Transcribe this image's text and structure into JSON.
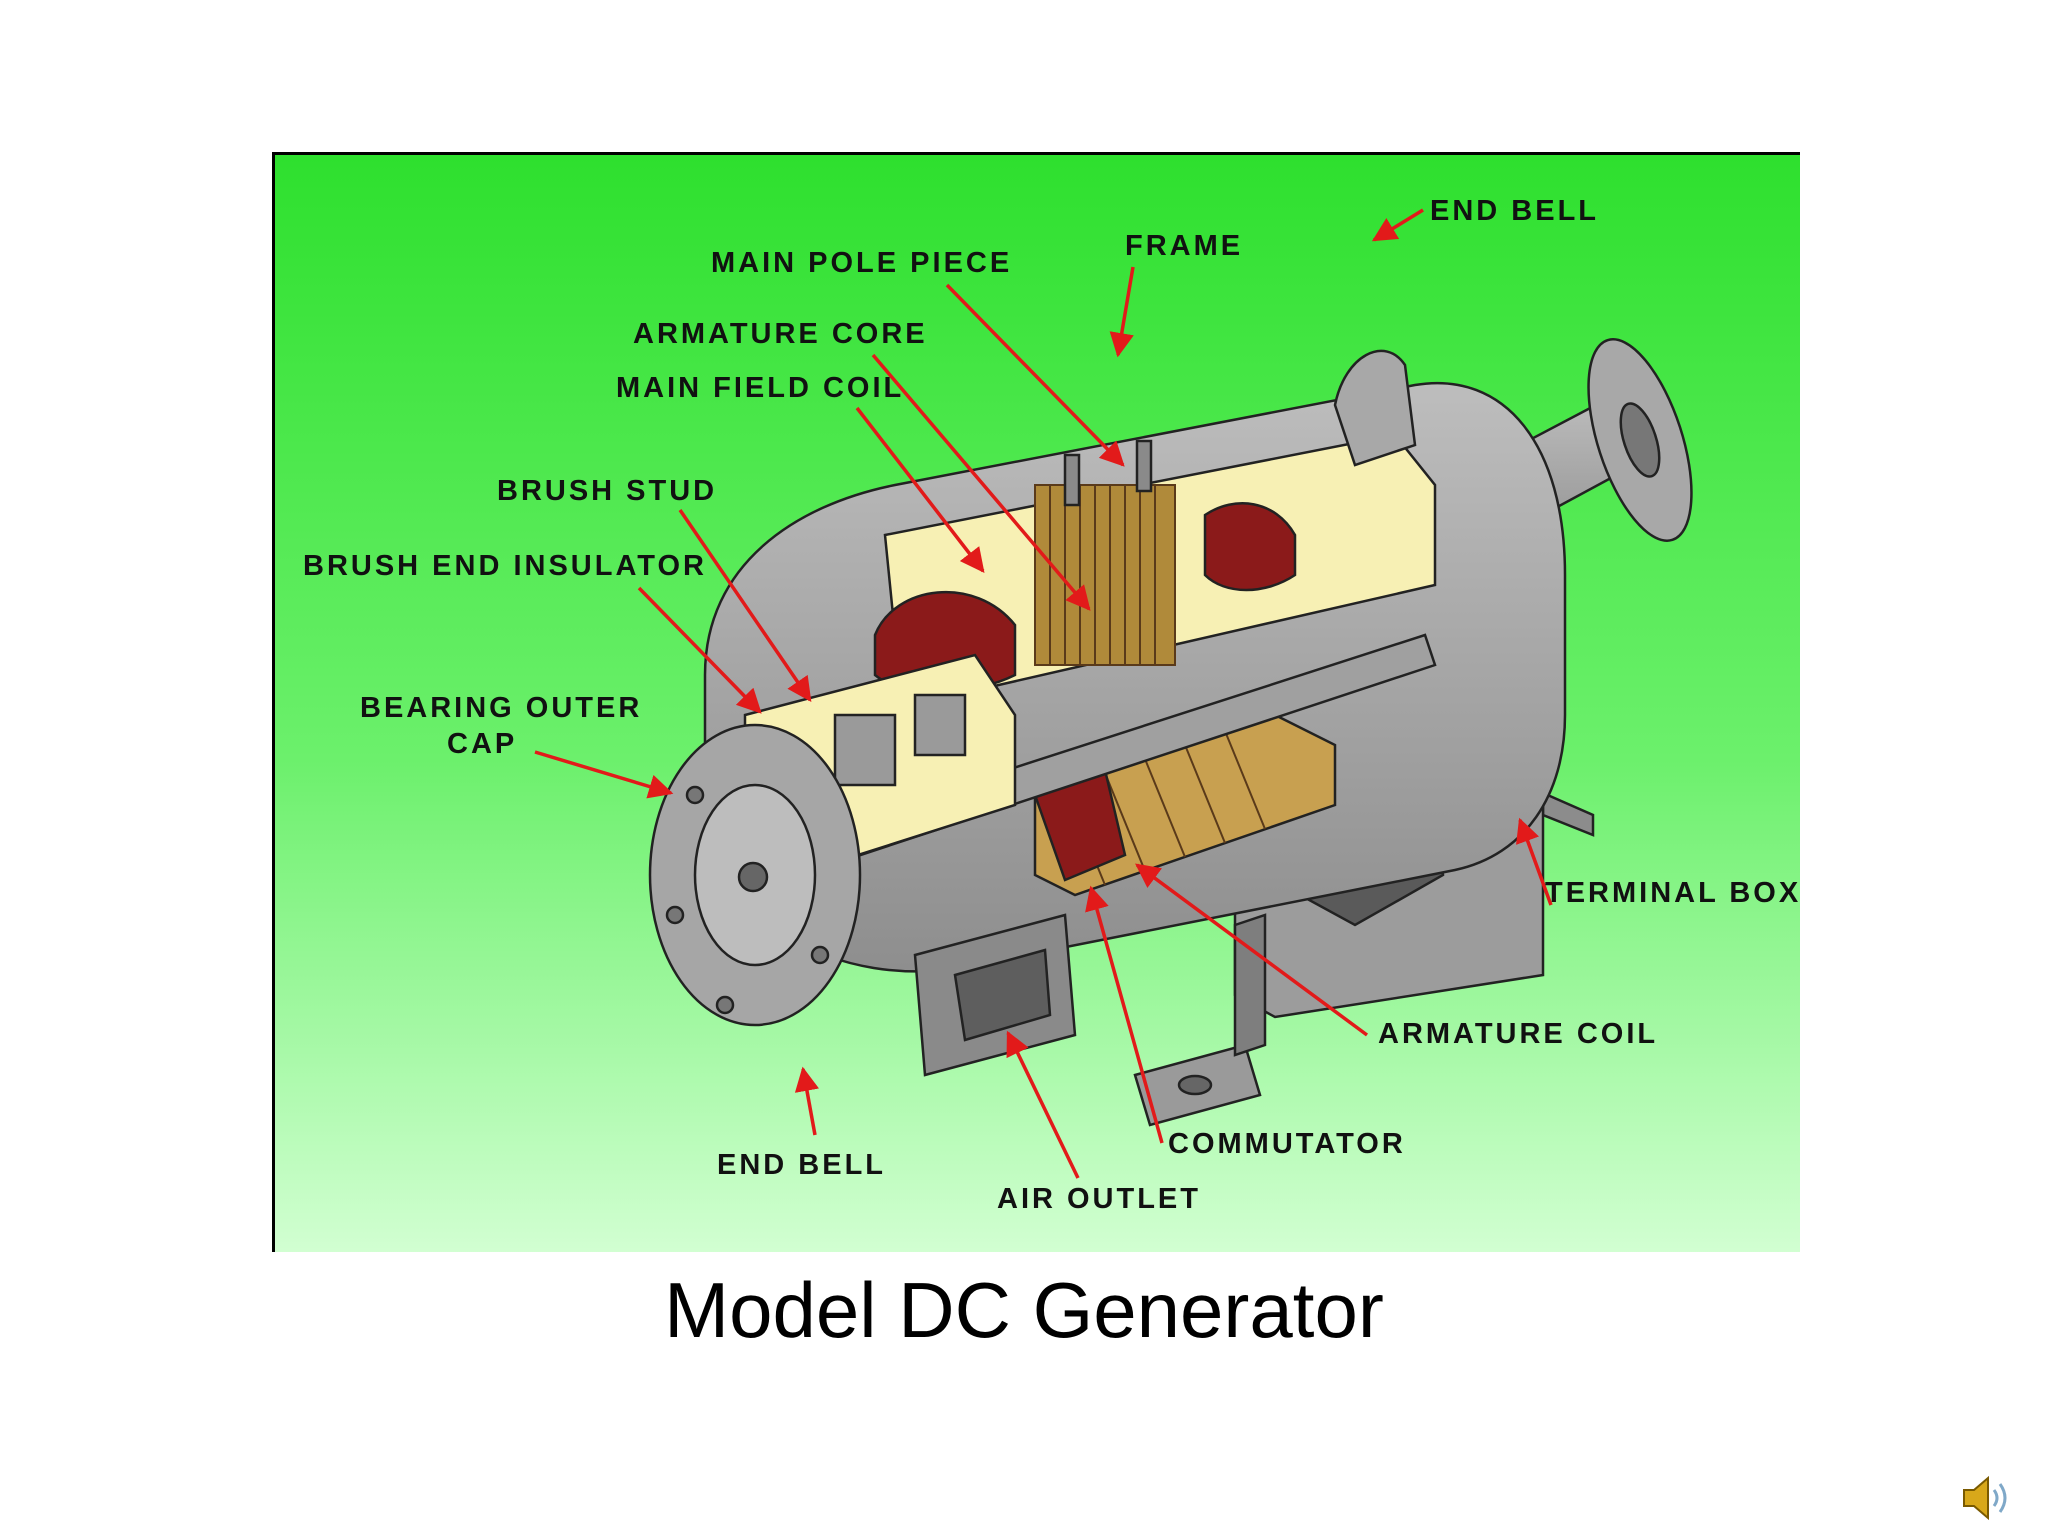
{
  "caption": "Model DC Generator",
  "colors": {
    "background_top": "#2ee02e",
    "background_bottom": "#ccffcc",
    "arrow": "#e21a1a",
    "metal": "#9b9b9b",
    "insulation": "#f7f0b4",
    "winding": "#8b1a1a"
  },
  "labels": {
    "end_bell_top": "END BELL",
    "frame": "FRAME",
    "main_pole_piece": "MAIN POLE PIECE",
    "armature_core": "ARMATURE CORE",
    "main_field_coil": "MAIN FIELD COIL",
    "brush_stud": "BRUSH STUD",
    "brush_end_insulator": "BRUSH END INSULATOR",
    "bearing_outer_cap_1": "BEARING OUTER",
    "bearing_outer_cap_2": "CAP",
    "terminal_box": "TERMINAL BOX",
    "armature_coil": "ARMATURE COIL",
    "commutator": "COMMUTATOR",
    "end_bell_bottom": "END BELL",
    "air_outlet": "AIR OUTLET"
  },
  "icons": {
    "audio": "speaker-icon"
  }
}
